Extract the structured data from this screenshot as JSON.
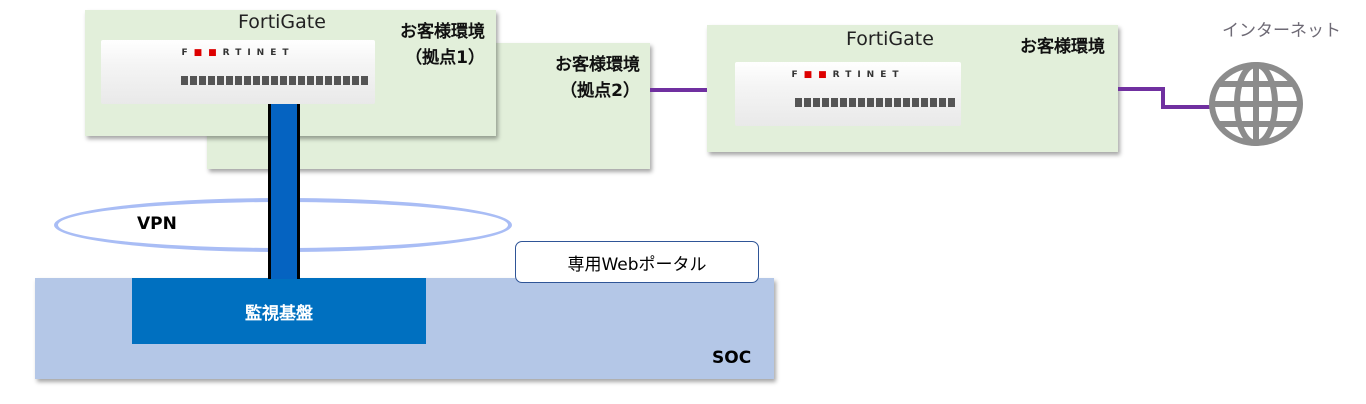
{
  "site1": {
    "title": "FortiGate",
    "label_line1": "お客様環境",
    "label_line2": "（拠点1）",
    "device_logo": "FORTINET"
  },
  "site2": {
    "label_line1": "お客様環境",
    "label_line2": "（拠点2）"
  },
  "site3": {
    "title": "FortiGate",
    "label": "お客様環境",
    "device_logo": "FORTINET"
  },
  "internet": {
    "label": "インターネット",
    "icon": "globe-icon"
  },
  "vpn": {
    "label": "VPN"
  },
  "soc": {
    "label": "SOC",
    "monitor": "監視基盤",
    "portal": "専用Webポータル"
  },
  "colors": {
    "site_bg": "#e2efda",
    "vpn_link": "#0563c1",
    "internet_link": "#7030a0",
    "soc_bg": "#b4c7e7",
    "monitor_bg": "#0070c0",
    "vpn_ellipse": "#a9bdf5"
  }
}
